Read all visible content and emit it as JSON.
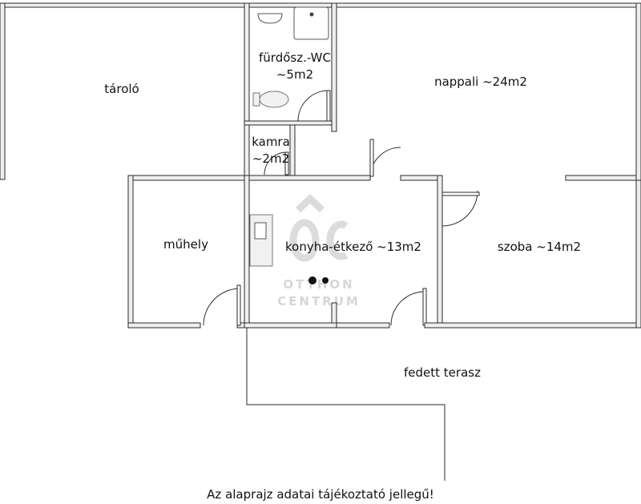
{
  "rooms": {
    "taroló": "tároló",
    "bathroom_line1": "fürdősz.-WC",
    "bathroom_line2": "~5m2",
    "living": "nappali ~24m2",
    "pantry_line1": "kamra",
    "pantry_line2": "~2m2",
    "workshop": "műhely",
    "kitchen": "konyha-étkező ~13m2",
    "room": "szoba ~14m2",
    "terrace": "fedett terasz"
  },
  "watermark": {
    "logo": "ÔC",
    "line1": "OTTHON",
    "line2": "CENTRUM"
  },
  "footnote": "Az alaprajz adatai tájékoztató jellegű!"
}
